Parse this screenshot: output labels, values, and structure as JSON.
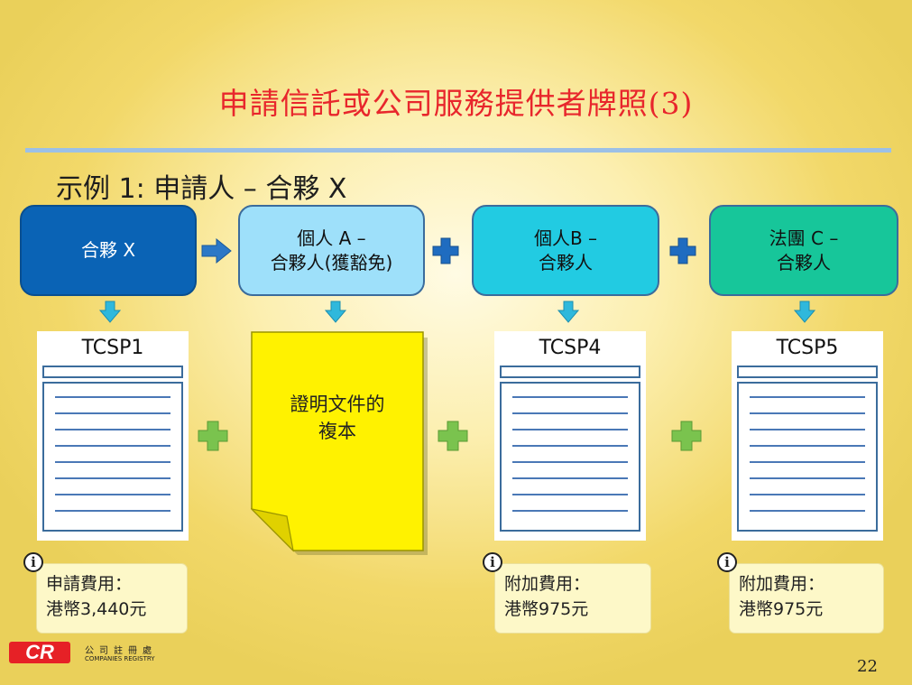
{
  "slide": {
    "title": "申請信託或公司服務提供者牌照(3)",
    "subtitle": "示例 1: 申請人 – 合夥 X",
    "page_number": "22"
  },
  "entities": [
    {
      "line1": "合夥 X",
      "line2": "",
      "color": "#0a63b5",
      "text_color": "#ffffff"
    },
    {
      "line1": "個人 A –",
      "line2": "合夥人(獲豁免)",
      "color": "#9ee0fa",
      "text_color": "#111111"
    },
    {
      "line1": "個人B –",
      "line2": "合夥人",
      "color": "#22cbe2",
      "text_color": "#111111"
    },
    {
      "line1": "法團 C –",
      "line2": "合夥人",
      "color": "#17c69a",
      "text_color": "#111111"
    }
  ],
  "documents": {
    "form1": "TCSP1",
    "copy_doc_line1": "證明文件的",
    "copy_doc_line2": "複本",
    "form4": "TCSP4",
    "form5": "TCSP5"
  },
  "fees": [
    {
      "line1": "申請費用：",
      "line2": "港幣3,440元"
    },
    {
      "line1": "附加費用：",
      "line2": "港幣975元"
    },
    {
      "line1": "附加費用：",
      "line2": "港幣975元"
    }
  ],
  "info_icon": "i",
  "logo": {
    "mark": "CR",
    "name_zh": "公司註冊處",
    "name_en": "COMPANIES REGISTRY"
  },
  "colors": {
    "title": "#e8262c",
    "arrow_blue": "#2c78c6",
    "plus_blue": "#1f6cc0",
    "plus_green": "#7ac34e",
    "down_arrow": "#2fb8dc",
    "yellow_doc": "#fff200"
  }
}
